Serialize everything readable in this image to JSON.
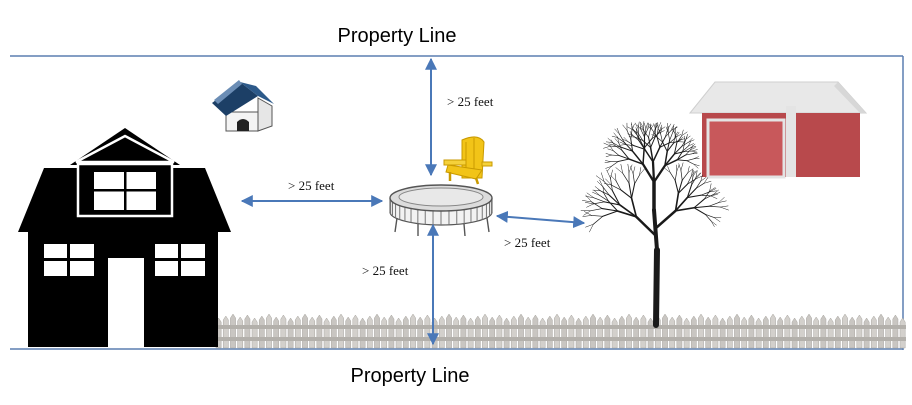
{
  "labels": {
    "property_line_top": "Property Line",
    "property_line_bottom": "Property Line",
    "distance_top": "> 25 feet",
    "distance_left": "> 25 feet",
    "distance_right": "> 25 feet",
    "distance_bottom": "> 25 feet"
  },
  "colors": {
    "property_line": "#5b7fb0",
    "arrow": "#4a78b8",
    "house": "#000000",
    "barn_red": "#b8494c",
    "barn_roof": "#e8e8e8",
    "chair": "#f2c418",
    "doghouse_roof": "#1c3f66",
    "fence": "#c9c6c2",
    "tree": "#1a1a1a"
  },
  "icons": {
    "house": "house-icon",
    "doghouse": "doghouse-icon",
    "chair": "adirondack-chair-icon",
    "trampoline": "trampoline-icon",
    "tree": "bare-tree-icon",
    "barn": "barn-icon",
    "fence": "picket-fence-icon"
  }
}
